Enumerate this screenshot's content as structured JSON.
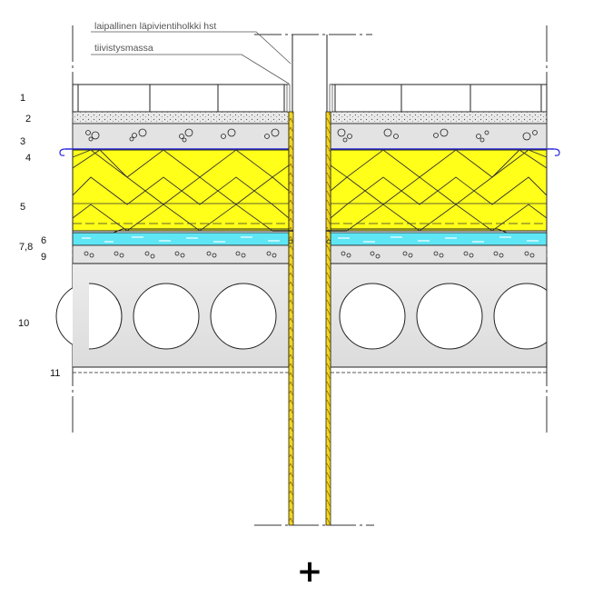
{
  "annotations": {
    "sleeve_label": "laipallinen läpivientiholkki hst",
    "sealant_label": "tiivistysmassa"
  },
  "layer_numbers": {
    "n1": "1",
    "n2": "2",
    "n3": "3",
    "n4": "4",
    "n5": "5",
    "n6": "6",
    "n78": "7,8",
    "n9": "9",
    "n10": "10",
    "n11": "11"
  },
  "footer": {
    "symbol": "+"
  },
  "colors": {
    "insulation": "#ffff1a",
    "membrane": "#5ee6f5",
    "concrete": "#e6e6e6",
    "sleeve": "#f2d61c",
    "waterproof_line": "#2a2ae0"
  }
}
